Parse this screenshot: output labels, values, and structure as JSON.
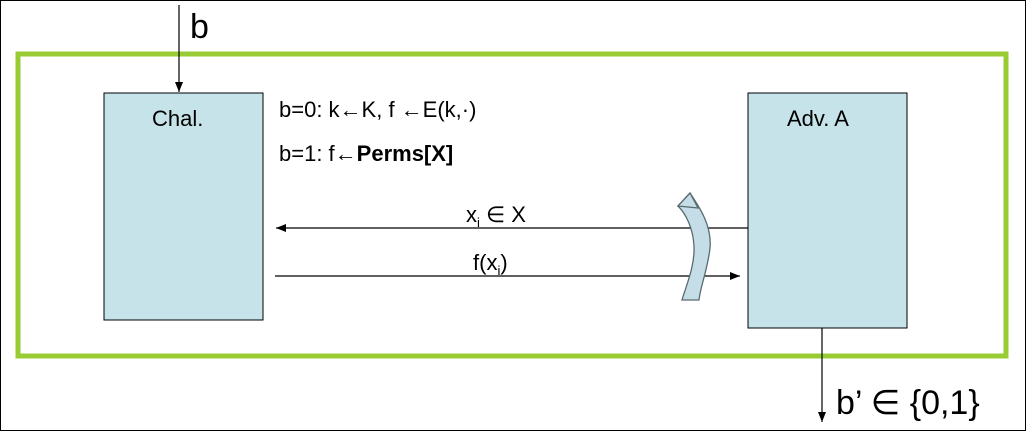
{
  "input_bit": "b",
  "challenger": {
    "label": "Chal."
  },
  "adversary": {
    "label": "Adv. A"
  },
  "world0": {
    "prefix": "b=0:   k",
    "arrow": "←",
    "k_set": "K,  f ",
    "arrow2": "←",
    "rest": "E(k,·)"
  },
  "world1": {
    "prefix": "b=1:   f",
    "arrow": "←",
    "perms": "Perms[X]"
  },
  "query": {
    "x": "x",
    "sub": "i",
    "member": " ∈ X"
  },
  "response": {
    "open": "f(x",
    "sub": "i",
    "close": ")"
  },
  "output": {
    "text": "b’ ∈ {0,1}"
  },
  "colors": {
    "frame": "#99cc33",
    "box_fill": "#c5e3e8",
    "curl_fill": "#c5dde6",
    "curl_stroke": "#5a6b70"
  }
}
